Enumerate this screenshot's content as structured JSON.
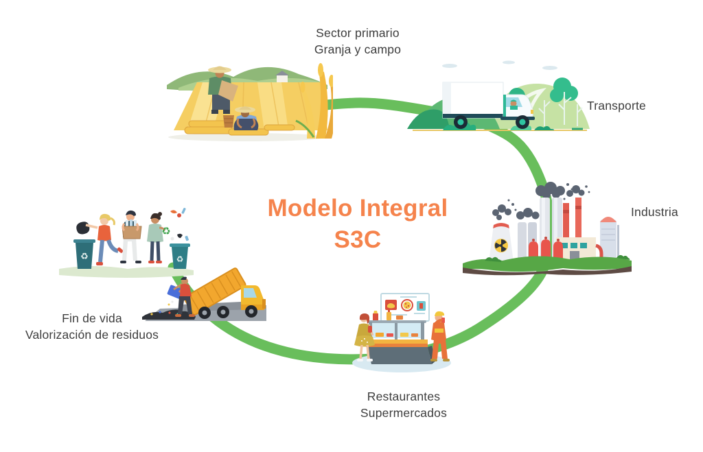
{
  "theme": {
    "background": "#FFFFFF",
    "accent_orange": "#F5834C",
    "ring_green": "#69BE5C",
    "text_color": "#3D3D3D"
  },
  "diagram": {
    "title": {
      "line1": "Modelo Integral",
      "line2": "S3C"
    },
    "nodes": [
      {
        "id": "sector-primario",
        "lines": [
          "Sector primario",
          "Granja y campo"
        ],
        "illustration": "farm-harvest-scene",
        "position": "top-left"
      },
      {
        "id": "transporte",
        "lines": [
          "Transporte"
        ],
        "illustration": "delivery-truck-scene",
        "position": "top-right"
      },
      {
        "id": "industria",
        "lines": [
          "Industria"
        ],
        "illustration": "factory-scene",
        "position": "right"
      },
      {
        "id": "restaurantes",
        "lines": [
          "Restaurantes",
          "Supermercados"
        ],
        "illustration": "food-counter-scene",
        "position": "bottom"
      },
      {
        "id": "fin-de-vida",
        "lines": [
          "Fin de vida",
          "Valorización de residuos"
        ],
        "illustration": "recycling-and-dump-truck-scene",
        "position": "left"
      }
    ],
    "icons": {
      "recycle_symbol": "♻"
    }
  }
}
